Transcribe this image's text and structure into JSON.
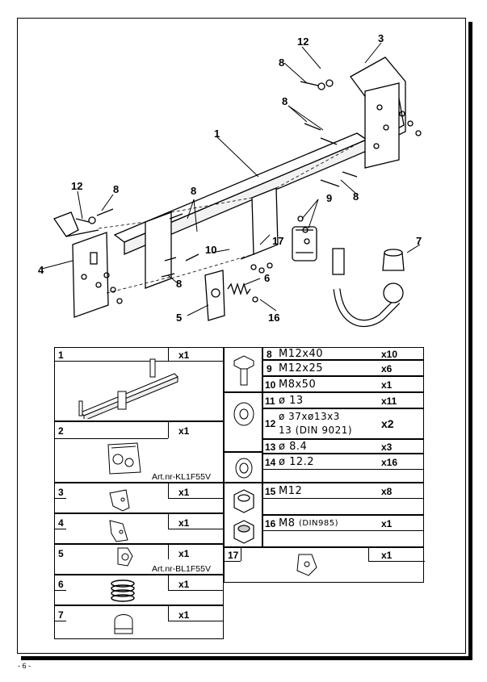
{
  "page": {
    "number": "- 6 -"
  },
  "drawing": {
    "callouts": [
      "12",
      "3",
      "8",
      "8",
      "1",
      "12",
      "8",
      "8",
      "9",
      "8",
      "10",
      "17",
      "7",
      "4",
      "6",
      "5",
      "8",
      "16"
    ]
  },
  "parts": [
    {
      "num": "1",
      "qty": "x1"
    },
    {
      "num": "2",
      "qty": "x1",
      "art": "Art.nr-KL1F55V"
    },
    {
      "num": "3",
      "qty": "x1"
    },
    {
      "num": "4",
      "qty": "x1"
    },
    {
      "num": "5",
      "qty": "x1",
      "art": "Art.nr-BL1F55V"
    },
    {
      "num": "6",
      "qty": "x1"
    },
    {
      "num": "7",
      "qty": "x1"
    },
    {
      "num": "8",
      "spec": "M12x40",
      "qty": "x10"
    },
    {
      "num": "9",
      "spec": "M12x25",
      "qty": "x6"
    },
    {
      "num": "10",
      "spec": "M8x50",
      "qty": "x1"
    },
    {
      "num": "11",
      "spec": "ø 13",
      "qty": "x11"
    },
    {
      "num": "12",
      "spec": "ø 37xø13x3",
      "spec2": "13  (DIN 9021)",
      "qty": "x2"
    },
    {
      "num": "13",
      "spec": "ø 8.4",
      "qty": "x3"
    },
    {
      "num": "14",
      "spec": "ø 12.2",
      "qty": "x16"
    },
    {
      "num": "15",
      "spec": "M12",
      "qty": "x8"
    },
    {
      "num": "16",
      "spec": "M8",
      "spec_small": "(DIN985)",
      "qty": "x1"
    },
    {
      "num": "17",
      "qty": "x1"
    }
  ]
}
